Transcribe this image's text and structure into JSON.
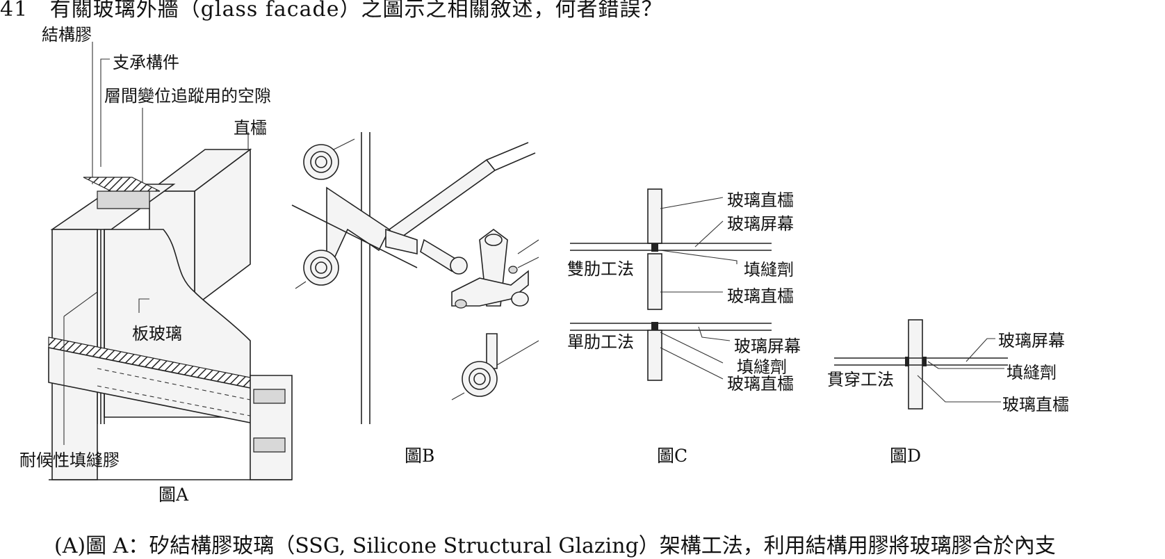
{
  "question": {
    "number": "41",
    "text": "有關玻璃外牆（glass facade）之圖示之相關敘述，何者錯誤？"
  },
  "figureA": {
    "caption": "圖A",
    "labels": {
      "structural_sealant": "結構膠",
      "support_member": "支承構件",
      "interstory_gap": "層間變位追蹤用的空隙",
      "mullion": "直櫺",
      "plate_glass": "板玻璃",
      "weather_sealant": "耐候性填縫膠"
    }
  },
  "figureB": {
    "caption": "圖B"
  },
  "figureC": {
    "caption": "圖C",
    "labels": {
      "glass_fin_top": "玻璃直櫺",
      "glass_screen_top": "玻璃屏幕",
      "double_fin_method": "雙肋工法",
      "sealant_top": "填縫劑",
      "glass_fin_mid": "玻璃直櫺",
      "single_fin_method": "單肋工法",
      "glass_screen_bottom": "玻璃屏幕",
      "sealant_bottom": "填縫劑",
      "glass_fin_bottom": "玻璃直櫺"
    }
  },
  "figureD": {
    "caption": "圖D",
    "labels": {
      "glass_screen": "玻璃屏幕",
      "through_method": "貫穿工法",
      "sealant": "填縫劑",
      "glass_fin": "玻璃直櫺"
    }
  },
  "option_a": "(A)圖 A：矽結構膠玻璃（SSG, Silicone Structural Glazing）架構工法，利用結構用膠將玻璃膠合於內支"
}
